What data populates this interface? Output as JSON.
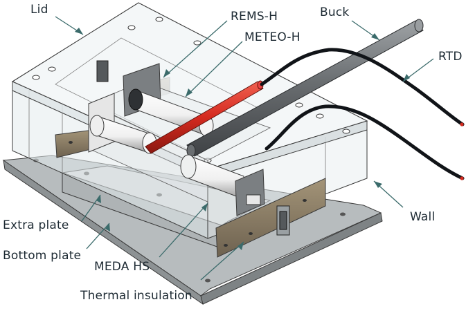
{
  "diagram": {
    "labels": {
      "lid": "Lid",
      "rems_h": "REMS-H",
      "meteo_h": "METEO-H",
      "buck": "Buck",
      "rtd": "RTD",
      "wall": "Wall",
      "extra_plate": "Extra plate",
      "bottom_plate": "Bottom plate",
      "meda_hs": "MEDA HS",
      "thermal_insulation": "Thermal insulation"
    },
    "colors": {
      "line": "#3a3a3a",
      "leader": "#3b6b6b",
      "rod_red": "#d42a1f",
      "cable": "#111418",
      "buck_gray": "#5e6265",
      "insulation": "#8a7b62",
      "panel": "#eef2f3",
      "text": "#1d2a33"
    }
  }
}
